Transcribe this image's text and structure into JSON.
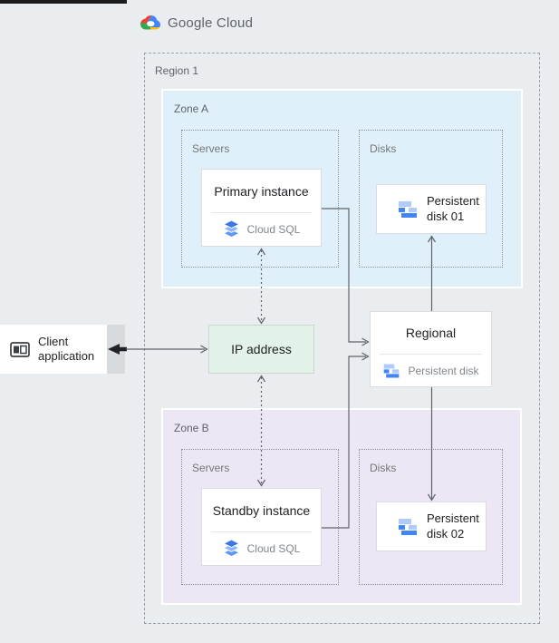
{
  "brand": {
    "name": "Google Cloud",
    "logo_icon": "google-cloud-logo"
  },
  "region": {
    "label": "Region 1"
  },
  "zone_a": {
    "label": "Zone A",
    "servers_label": "Servers",
    "disks_label": "Disks"
  },
  "zone_b": {
    "label": "Zone B",
    "servers_label": "Servers",
    "disks_label": "Disks"
  },
  "nodes": {
    "client": {
      "label": "Client application"
    },
    "ip": {
      "label": "IP address"
    },
    "primary": {
      "title": "Primary instance",
      "product": "Cloud SQL"
    },
    "standby": {
      "title": "Standby instance",
      "product": "Cloud SQL"
    },
    "regional": {
      "title": "Regional",
      "product": "Persistent disk"
    },
    "disk01": {
      "label": "Persistent disk 01"
    },
    "disk02": {
      "label": "Persistent disk 02"
    }
  },
  "connections": [
    "client <-> ip (bold arrow to client, thin arrow to ip)",
    "primary <..> ip (dotted, double-headed)",
    "ip <..> standby (dotted, double-headed)",
    "primary -> regional (elbow)",
    "standby -> regional (elbow)",
    "regional -> disk01 (arrow up)",
    "regional -> disk02 (arrow down)"
  ],
  "colors": {
    "bg": "#e9edf0",
    "zone_a_bg": "#dff0fa",
    "zone_b_bg": "#ece6f5",
    "ip_bg": "#e2f2e8",
    "card_border": "#dadce0",
    "dash": "#9aa0a6",
    "line": "#5f6368",
    "text_dark": "#202124",
    "text_gray": "#5f6368",
    "text_sub": "#80868b",
    "sql_blue_top": "#3b78e7",
    "sql_blue_mid": "#8ab4f8",
    "sql_blue_bot": "#5e97f6",
    "disk_light": "#aecbfa",
    "disk_dark": "#4285f4"
  }
}
